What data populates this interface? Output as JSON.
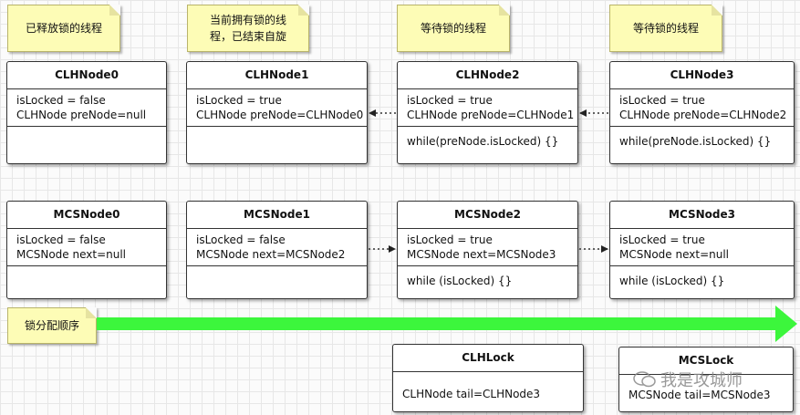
{
  "notes": {
    "n0": "已释放锁的线程",
    "n1_line1": "当前拥有锁的线",
    "n1_line2": "程，已结束自旋",
    "n2": "等待锁的线程",
    "n3": "等待锁的线程",
    "order": "锁分配顺序"
  },
  "clh": [
    {
      "title": "CLHNode0",
      "line1": "isLocked = false",
      "line2": "CLHNode preNode=null",
      "op": ""
    },
    {
      "title": "CLHNode1",
      "line1": "isLocked = true",
      "line2": "CLHNode preNode=CLHNode0",
      "op": ""
    },
    {
      "title": "CLHNode2",
      "line1": "isLocked = true",
      "line2": "CLHNode preNode=CLHNode1",
      "op": "while(preNode.isLocked) {}"
    },
    {
      "title": "CLHNode3",
      "line1": "isLocked = true",
      "line2": "CLHNode preNode=CLHNode2",
      "op": "while(preNode.isLocked) {}"
    }
  ],
  "mcs": [
    {
      "title": "MCSNode0",
      "line1": "isLocked = false",
      "line2": "MCSNode next=null",
      "op": ""
    },
    {
      "title": "MCSNode1",
      "line1": "isLocked = false",
      "line2": "MCSNode next=MCSNode2",
      "op": ""
    },
    {
      "title": "MCSNode2",
      "line1": "isLocked = true",
      "line2": "MCSNode next=MCSNode3",
      "op": "while (isLocked) {}"
    },
    {
      "title": "MCSNode3",
      "line1": "isLocked = true",
      "line2": "MCSNode next=null",
      "op": "while (isLocked) {}"
    }
  ],
  "locks": {
    "clh": {
      "title": "CLHLock",
      "field": "CLHNode tail=CLHNode3"
    },
    "mcs": {
      "title": "MCSLock",
      "field": "MCSNode tail=MCSNode3"
    }
  },
  "watermark": "我是攻城师",
  "colors": {
    "note_fill": "#fdfcb6",
    "arrow_green": "#3cf63c",
    "grid": "#e7e7e7"
  }
}
